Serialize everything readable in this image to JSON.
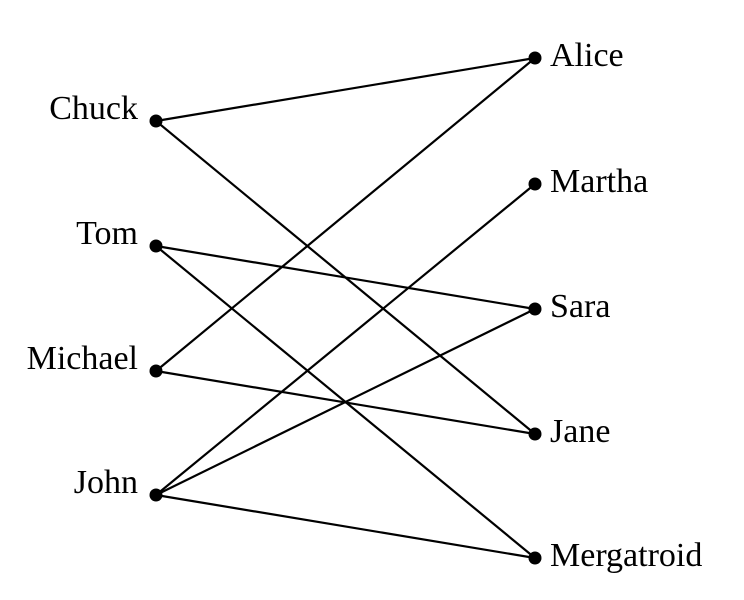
{
  "graph": {
    "left_nodes": [
      "Chuck",
      "Tom",
      "Michael",
      "John"
    ],
    "right_nodes": [
      "Alice",
      "Martha",
      "Sara",
      "Jane",
      "Mergatroid"
    ],
    "edges": [
      {
        "from": "Chuck",
        "to": "Alice"
      },
      {
        "from": "Chuck",
        "to": "Jane"
      },
      {
        "from": "Tom",
        "to": "Sara"
      },
      {
        "from": "Tom",
        "to": "Mergatroid"
      },
      {
        "from": "Michael",
        "to": "Alice"
      },
      {
        "from": "Michael",
        "to": "Jane"
      },
      {
        "from": "John",
        "to": "Martha"
      },
      {
        "from": "John",
        "to": "Sara"
      },
      {
        "from": "John",
        "to": "Mergatroid"
      }
    ]
  }
}
